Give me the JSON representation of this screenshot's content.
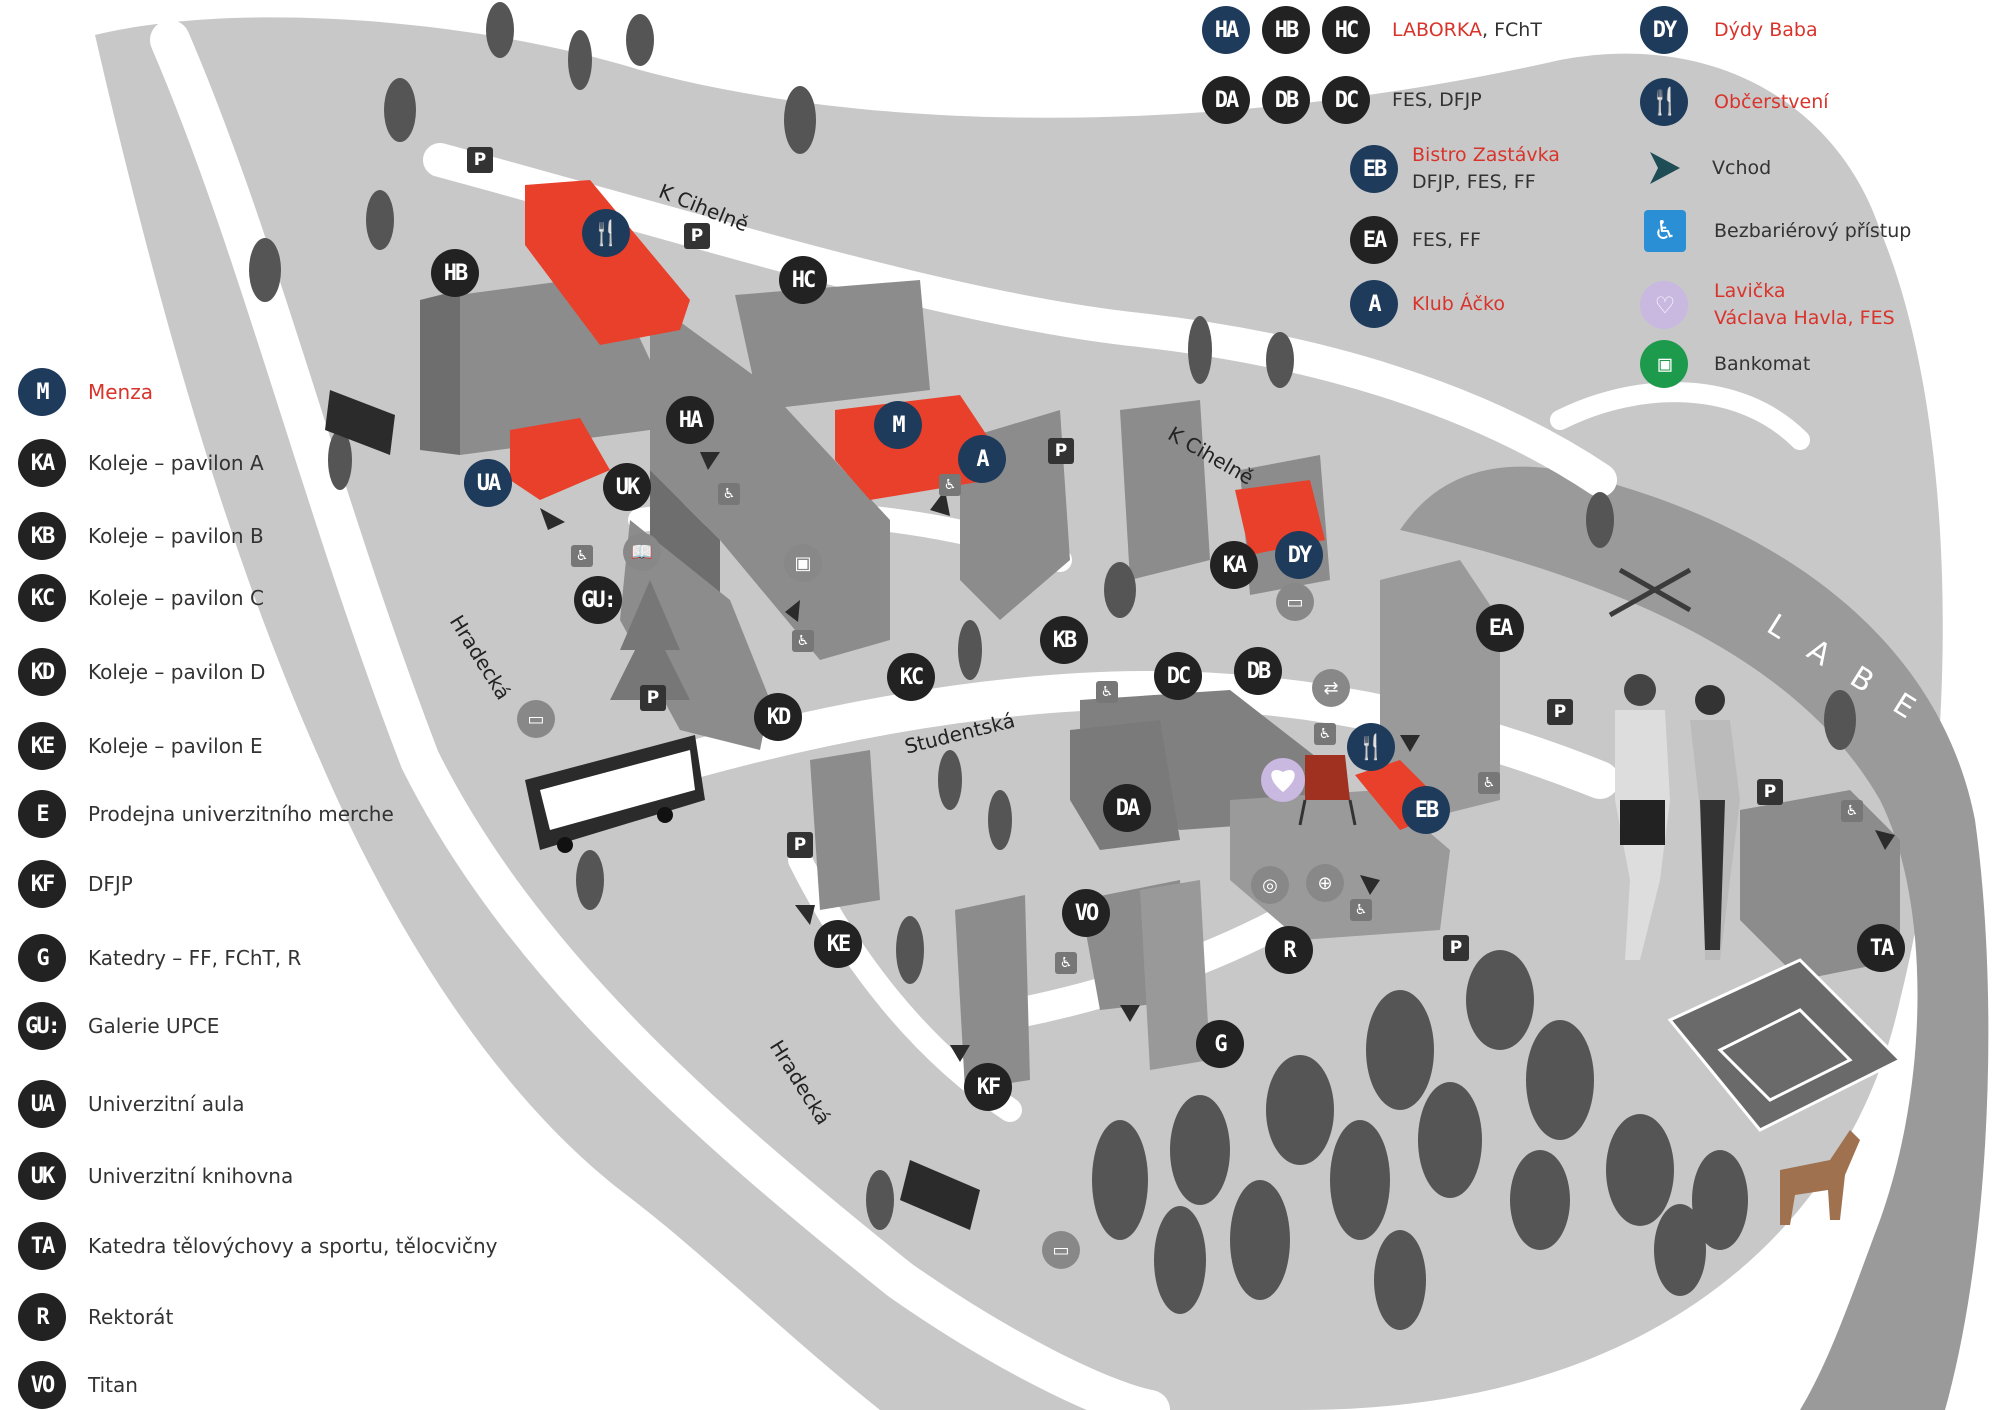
{
  "colors": {
    "red": "#e8402a",
    "dark": "#222222",
    "navy": "#1f3b5c",
    "ground": "#c8c8c8",
    "road": "#ffffff",
    "building": "#8c8c8c",
    "tree": "#555555",
    "green": "#1e9a4c",
    "blue": "#2a8fd4",
    "lilac": "#c9b8e0",
    "river": "#9a9a9a"
  },
  "legend": [
    {
      "code": "M",
      "label": "Menza",
      "style": "navy",
      "red": true
    },
    {
      "code": "KA",
      "label": "Koleje – pavilon A",
      "style": "dark",
      "red": false
    },
    {
      "code": "KB",
      "label": "Koleje – pavilon B",
      "style": "dark",
      "red": false
    },
    {
      "code": "KC",
      "label": "Koleje – pavilon C",
      "style": "dark",
      "red": false
    },
    {
      "code": "KD",
      "label": "Koleje – pavilon D",
      "style": "dark",
      "red": false
    },
    {
      "code": "KE",
      "label": "Koleje – pavilon E",
      "style": "dark",
      "red": false
    },
    {
      "code": "E",
      "label": "Prodejna univerzitního merche",
      "style": "dark",
      "red": false
    },
    {
      "code": "KF",
      "label": "DFJP",
      "style": "dark",
      "red": false
    },
    {
      "code": "G",
      "label": "Katedry – FF, FChT, R",
      "style": "dark",
      "red": false
    },
    {
      "code": "GU:",
      "label": "Galerie UPCE",
      "style": "dark",
      "red": false
    },
    {
      "code": "UA",
      "label": "Univerzitní aula",
      "style": "dark",
      "red": false
    },
    {
      "code": "UK",
      "label": "Univerzitní knihovna",
      "style": "dark",
      "red": false
    },
    {
      "code": "TA",
      "label": "Katedra tělovýchovy a sportu, tělocvičny",
      "style": "dark",
      "red": false
    },
    {
      "code": "R",
      "label": "Rektorát",
      "style": "dark",
      "red": false
    },
    {
      "code": "VO",
      "label": "Titan",
      "style": "dark",
      "red": false
    }
  ],
  "top_legend": {
    "ha_row": {
      "codes": [
        "HA",
        "HB",
        "HC"
      ],
      "red": "LABORKA",
      "rest": ", FChT"
    },
    "da_row": {
      "codes": [
        "DA",
        "DB",
        "DC"
      ],
      "text": "FES, DFJP"
    },
    "eb_row": {
      "code": "EB",
      "red": "Bistro Zastávka",
      "text": "DFJP, FES, FF"
    },
    "ea_row": {
      "code": "EA",
      "text": "FES, FF"
    },
    "a_row": {
      "code": "A",
      "red": "Klub Áčko"
    }
  },
  "right_legend": {
    "dydy": {
      "code": "DY",
      "label": "Dýdy Baba"
    },
    "food": {
      "label": "Občerstvení",
      "icon": "fork-knife-icon"
    },
    "entrance": {
      "label": "Vchod",
      "icon": "entrance-arrow-icon"
    },
    "access": {
      "label": "Bezbariérový přístup",
      "icon": "wheelchair-icon"
    },
    "bench": {
      "label1": "Lavička",
      "label2": "Václava Havla, FES",
      "icon": "heart-icon"
    },
    "atm": {
      "label": "Bankomat",
      "icon": "atm-icon"
    }
  },
  "streets": {
    "cihelne": "K Cihelně",
    "studentska": "Studentská",
    "hradecka": "Hradecká",
    "labe": "LABE"
  },
  "map_badges": [
    "HB",
    "HC",
    "HA",
    "UA",
    "UK",
    "M",
    "A",
    "KA",
    "DY",
    "GU:",
    "KC",
    "KB",
    "KD",
    "DC",
    "DB",
    "EA",
    "EB",
    "DA",
    "KE",
    "VO",
    "R",
    "G",
    "KF",
    "TA"
  ],
  "parking": "P"
}
